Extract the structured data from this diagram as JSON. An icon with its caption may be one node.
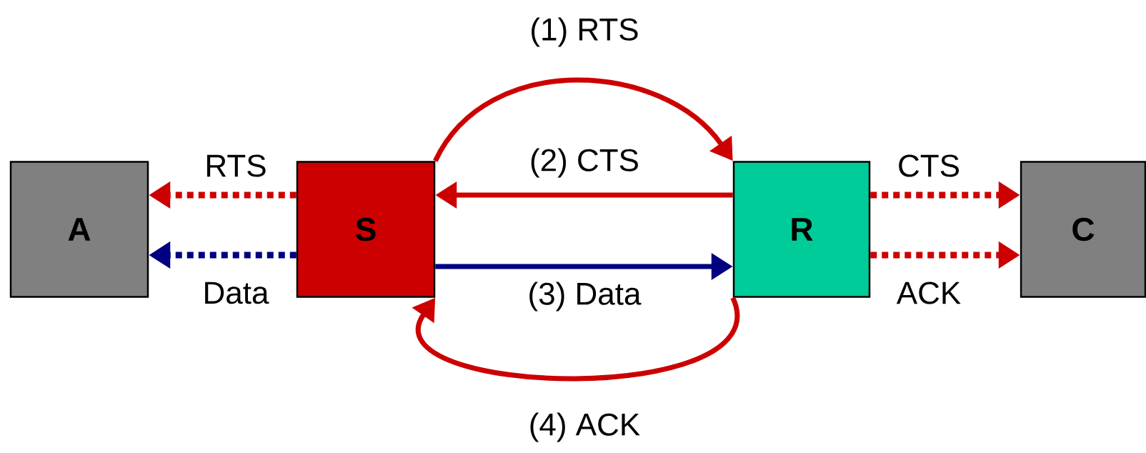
{
  "diagram": {
    "nodes": [
      {
        "text": [
          "A"
        ]
      },
      {
        "text": [
          "S"
        ]
      },
      {
        "text": [
          "R"
        ]
      },
      {
        "text": [
          "C"
        ]
      }
    ],
    "edges": [
      {
        "from": 1,
        "to": 2,
        "arrow": "to",
        "label": "(1) RTS"
      },
      {
        "from": 2,
        "to": 1,
        "arrow": "to",
        "label": "(2) CTS"
      },
      {
        "from": 1,
        "to": 2,
        "arrow": "to",
        "label": "(3) Data",
        "color": "#000080"
      },
      {
        "from": 2,
        "to": 1,
        "arrow": "to",
        "label": "(4) ACK"
      },
      {
        "from": 1,
        "to": 0,
        "arrow": "to",
        "label": "RTS",
        "style": "dashed"
      },
      {
        "from": 1,
        "to": 0,
        "arrow": "to",
        "label": "Data",
        "style": "dashed",
        "color": "#000080"
      },
      {
        "from": 2,
        "to": 3,
        "arrow": "to",
        "label": "CTS",
        "style": "dashed"
      },
      {
        "from": 2,
        "to": 3,
        "arrow": "to",
        "label": "ACK",
        "style": "dashed"
      }
    ]
  }
}
